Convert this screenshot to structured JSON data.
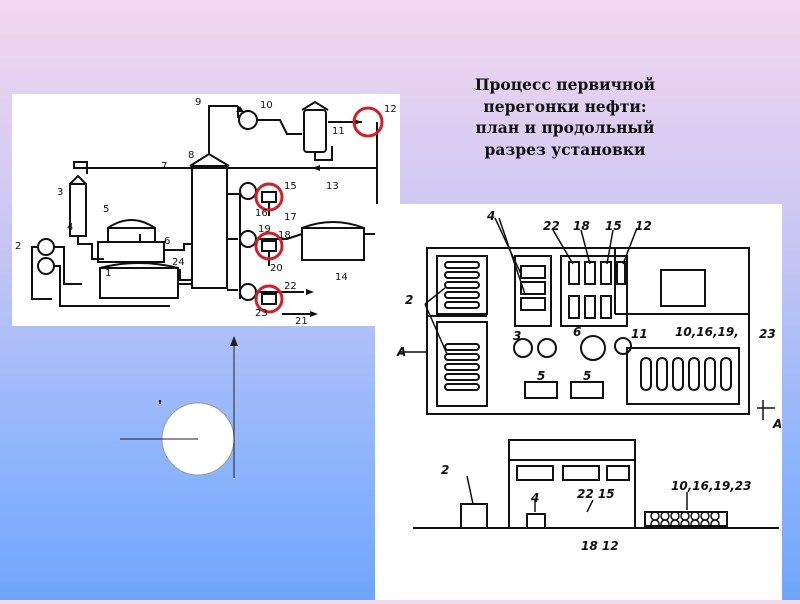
{
  "slide": {
    "title_lines": [
      "Процесс первичной",
      "перегонки нефти:",
      "план и продольный",
      "разрез установки"
    ]
  },
  "scheme": {
    "labels": {
      "n1": "1",
      "n2": "2",
      "n3": "3",
      "n4": "4",
      "n5": "5",
      "n6": "6",
      "n7": "7",
      "n8": "8",
      "n9": "9",
      "n10": "10",
      "n11": "11",
      "n12": "12",
      "n13": "13",
      "n14": "14",
      "n15": "15",
      "n16": "16",
      "n17": "17",
      "n18": "18",
      "n19": "19",
      "n20": "20",
      "n21": "21",
      "n22": "22",
      "n23": "23",
      "n24": "24"
    },
    "highlight_color": "#d0202a"
  },
  "plan": {
    "labels": {
      "l4": "4",
      "l2": "2",
      "l22": "22",
      "l18": "18",
      "l15": "15",
      "l12": "12",
      "l3": "3",
      "l6": "6",
      "l11": "11",
      "l10": "10,16,19,",
      "l23": "23",
      "l5a": "5",
      "l5b": "5",
      "la": "A",
      "la2": "A"
    }
  },
  "section": {
    "labels": {
      "s2": "2",
      "s4": "4",
      "s2215": "22 15",
      "s1016": "10,16,19,23",
      "s1812": "18 12"
    }
  }
}
